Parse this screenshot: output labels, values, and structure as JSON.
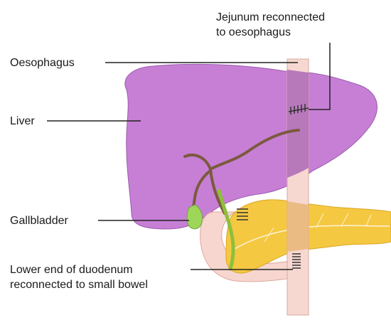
{
  "labels": {
    "jejunum_reconnected": [
      "Jejunum reconnected",
      "to oesophagus"
    ],
    "oesophagus": "Oesophagus",
    "liver": "Liver",
    "gallbladder": "Gallbladder",
    "lower_duodenum": [
      "Lower end of duodenum",
      "reconnected to small bowel"
    ]
  },
  "colors": {
    "liver": "#c77fd6",
    "liver_outline": "#9b5aad",
    "oesophagus": "#f7d8d0",
    "oesophagus_outline": "#d9a9a0",
    "overlap": "#b06fb8",
    "pancreas": "#f5c842",
    "pancreas_outline": "#d9a520",
    "pancreas_overlap": "#e8b87a",
    "bile_duct": "#7b5a3e",
    "common_duct": "#8fbf3a",
    "gallbladder": "#9ed65a",
    "duodenum": "#f7d6cf",
    "duodenum_outline": "#dca79c",
    "suture": "#333333",
    "leader_line": "#222222"
  }
}
